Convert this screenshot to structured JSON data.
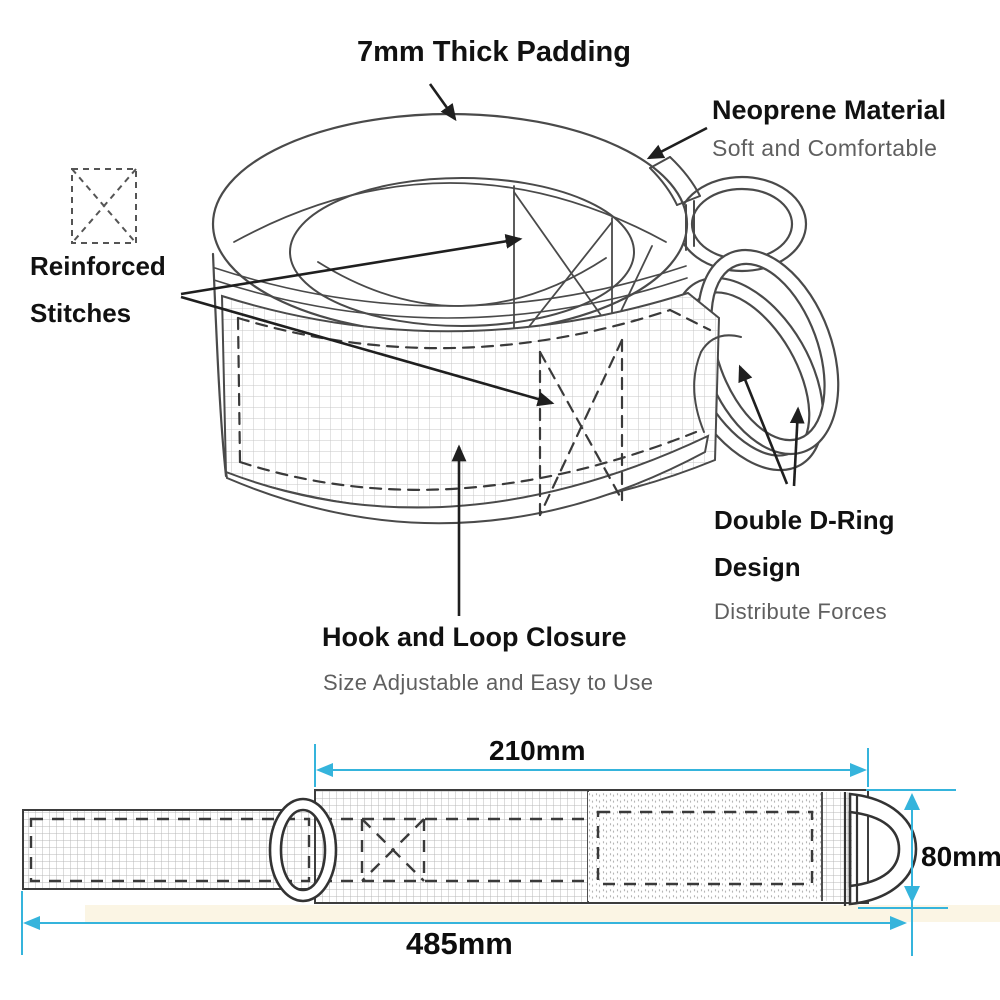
{
  "annotations": {
    "padding": {
      "title": "7mm Thick Padding"
    },
    "material": {
      "title": "Neoprene Material",
      "subtitle": "Soft and Comfortable"
    },
    "stitches": {
      "title_line1": "Reinforced",
      "title_line2": "Stitches"
    },
    "closure": {
      "title": "Hook and Loop Closure",
      "subtitle": "Size Adjustable and Easy to Use"
    },
    "dring": {
      "title_line1": "Double D-Ring",
      "title_line2": "Design",
      "subtitle": "Distribute Forces"
    }
  },
  "dimensions": {
    "center_section_width": "210mm",
    "strap_height": "80mm",
    "total_length": "485mm"
  },
  "icons": {
    "reinforced_stitches_icon": "dashed-box-with-x-stitch"
  },
  "colors": {
    "dimension_accent": "#35b4dc",
    "label_text": "#111111",
    "sub_text": "#5f5f5f",
    "line_art": "#4a4a4a"
  }
}
